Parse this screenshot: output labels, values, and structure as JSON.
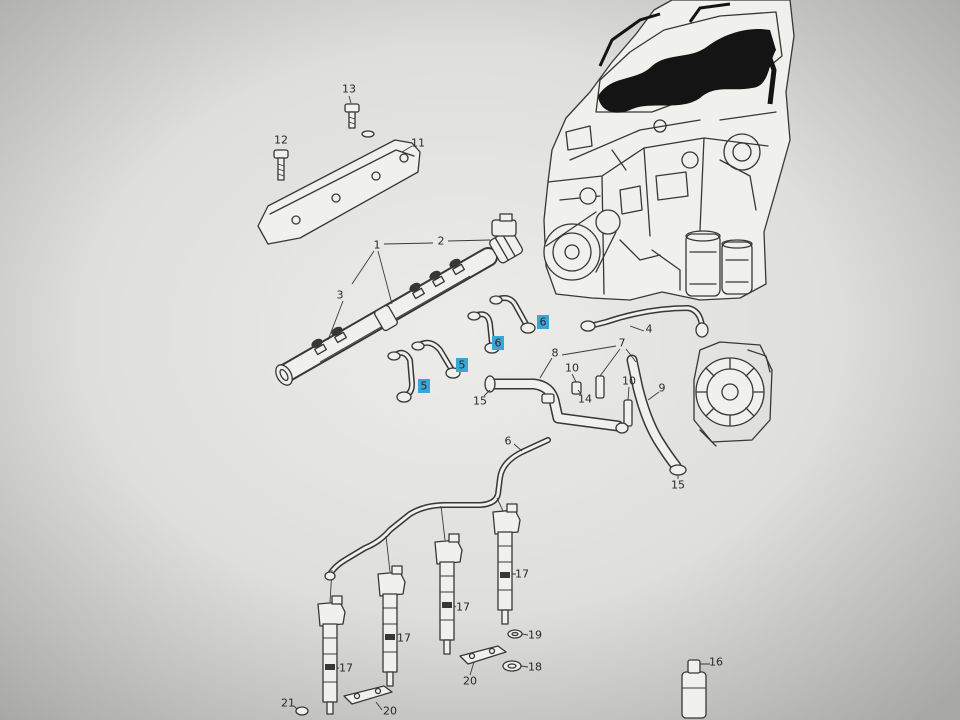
{
  "colors": {
    "highlight": "#3ba6d4",
    "ink": "#373737",
    "paper": "#f0f0ec",
    "harness": "#141414"
  },
  "callouts": [
    {
      "label": "13",
      "highlighted": false
    },
    {
      "label": "12",
      "highlighted": false
    },
    {
      "label": "11",
      "highlighted": false
    },
    {
      "label": "1",
      "highlighted": false
    },
    {
      "label": "2",
      "highlighted": false
    },
    {
      "label": "3",
      "highlighted": false
    },
    {
      "label": "4",
      "highlighted": false
    },
    {
      "label": "6",
      "highlighted": true
    },
    {
      "label": "6",
      "highlighted": true
    },
    {
      "label": "5",
      "highlighted": true
    },
    {
      "label": "5",
      "highlighted": true
    },
    {
      "label": "8",
      "highlighted": false
    },
    {
      "label": "7",
      "highlighted": false
    },
    {
      "label": "10",
      "highlighted": false
    },
    {
      "label": "10",
      "highlighted": false
    },
    {
      "label": "9",
      "highlighted": false
    },
    {
      "label": "14",
      "highlighted": false
    },
    {
      "label": "15",
      "highlighted": false
    },
    {
      "label": "15",
      "highlighted": false
    },
    {
      "label": "6",
      "highlighted": false
    },
    {
      "label": "17",
      "highlighted": false
    },
    {
      "label": "17",
      "highlighted": false
    },
    {
      "label": "17",
      "highlighted": false
    },
    {
      "label": "17",
      "highlighted": false
    },
    {
      "label": "19",
      "highlighted": false
    },
    {
      "label": "18",
      "highlighted": false
    },
    {
      "label": "20",
      "highlighted": false
    },
    {
      "label": "20",
      "highlighted": false
    },
    {
      "label": "21",
      "highlighted": false
    },
    {
      "label": "16",
      "highlighted": false
    }
  ]
}
